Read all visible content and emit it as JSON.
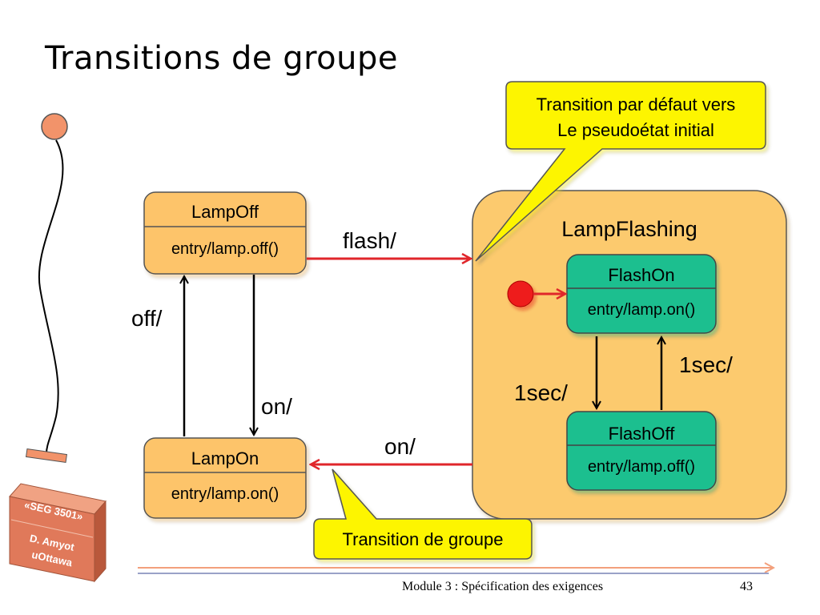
{
  "slide": {
    "title": "Transitions de groupe",
    "footer": "Module 3 : Spécification des exigences",
    "page_number": "43"
  },
  "badge": {
    "line1": "«SEG 3501»",
    "line2": "D. Amyot",
    "line3": "uOttawa"
  },
  "states": {
    "lamp_off": {
      "name": "LampOff",
      "action": "entry/lamp.off()"
    },
    "lamp_on": {
      "name": "LampOn",
      "action": "entry/lamp.on()"
    },
    "lamp_flashing": {
      "name": "LampFlashing"
    },
    "flash_on": {
      "name": "FlashOn",
      "action": "entry/lamp.on()"
    },
    "flash_off": {
      "name": "FlashOff",
      "action": "entry/lamp.off()"
    }
  },
  "transitions": {
    "flash": "flash/",
    "off": "off/",
    "on_down": "on/",
    "on_group": "on/",
    "sec_down": "1sec/",
    "sec_up": "1sec/"
  },
  "callouts": {
    "default_line1": "Transition par défaut vers",
    "default_line2": "Le pseudoétat initial",
    "group": "Transition de groupe"
  },
  "colors": {
    "state_fill": "#fdc46a",
    "composite_fill": "#fcca6e",
    "substate_fill": "#1fbf8f",
    "callout_fill": "#fdf500",
    "arrow_red": "#e0262b",
    "initial_dot": "#ee1c1c",
    "badge": "#e0795a"
  }
}
